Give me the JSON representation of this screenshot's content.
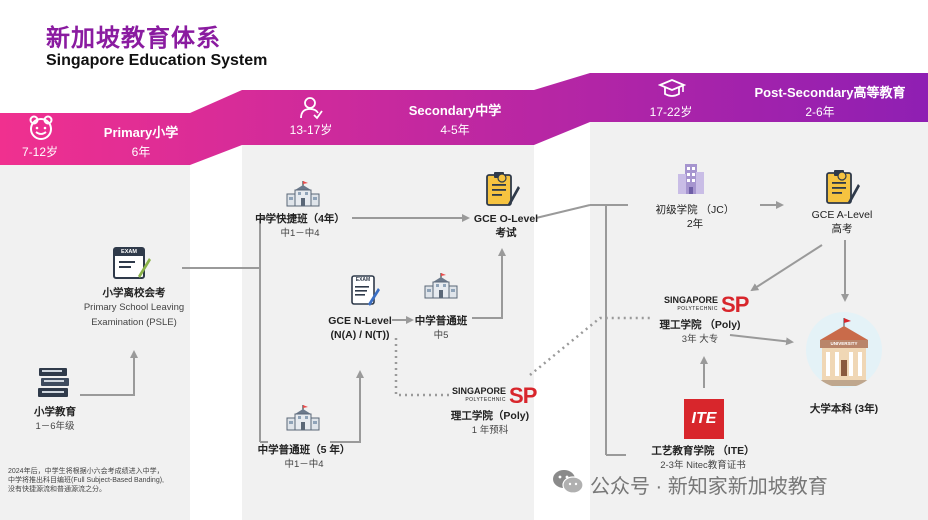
{
  "title": {
    "cn": "新加坡教育体系",
    "en": "Singapore Education System"
  },
  "stages": {
    "primary": {
      "name": "Primary小学",
      "ages": "7-12岁",
      "years": "6年"
    },
    "secondary": {
      "name": "Secondary中学",
      "ages": "13-17岁",
      "years": "4-5年"
    },
    "post": {
      "name": "Post-Secondary高等教育",
      "ages": "17-22岁",
      "years": "2-6年"
    }
  },
  "nodes": {
    "primary_edu": {
      "name": "小学教育",
      "sub": "1－6年级"
    },
    "psle": {
      "name": "小学离校会考",
      "sub1": "Primary School Leaving",
      "sub2": "Examination (PSLE)",
      "badge": "EXAM"
    },
    "express": {
      "name": "中学快捷班（4年）",
      "sub": "中1－中4"
    },
    "normal": {
      "name": "中学普通班（5 年）",
      "sub": "中1－中4"
    },
    "nlevel": {
      "name1": "GCE N-Level",
      "name2": "(N(A) / N(T))",
      "badge": "EXAM"
    },
    "sec5": {
      "name": "中学普通班",
      "sub": "中5"
    },
    "olevel": {
      "name": "GCE O-Level",
      "sub": "考试"
    },
    "poly_pre": {
      "name": "理工学院（Poly)",
      "sub": "1 年预科"
    },
    "jc": {
      "name": "初级学院 （JC）",
      "sub": "2年"
    },
    "alevel": {
      "name": "GCE A-Level",
      "sub": "高考"
    },
    "poly": {
      "name": "理工学院 （Poly)",
      "sub": "3年 大专"
    },
    "ite": {
      "name": "工艺教育学院 （ITE）",
      "sub": "2-3年 Nitec教育证书",
      "logo": "ITE"
    },
    "uni": {
      "name": "大学本科 (3年)",
      "badge": "UNIVERSITY"
    }
  },
  "sp_logo": {
    "word": "SINGAPORE",
    "small": "POLYTECHNIC",
    "mark": "SP"
  },
  "footnote": [
    "2024年后，中学生将根据小六会考成绩进入中学，",
    "中学将推出科目编班(Full Subject-Based Banding),",
    "没有快捷源流和普通源流之分。"
  ],
  "watermark": "公众号 · 新知家新加坡教育",
  "colors": {
    "banner_start": "#f0308f",
    "banner_end": "#8f1fb3",
    "title": "#8a1ba0",
    "line": "#9a9a9a",
    "sp_red": "#d8262c"
  }
}
